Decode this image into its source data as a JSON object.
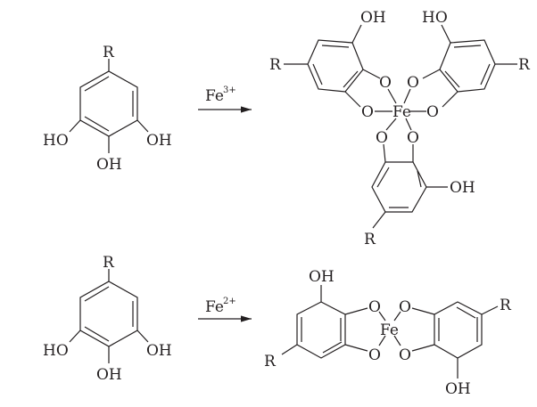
{
  "reactions": [
    {
      "reagent": "Fe",
      "charge": "3+",
      "reactant": {
        "substituent": "R",
        "hydroxyls": [
          "HO",
          "OH",
          "OH"
        ]
      },
      "product": {
        "metal": "Fe",
        "oxygen": "O",
        "substituent": "R",
        "hydroxyls": [
          "OH",
          "HO",
          "OH"
        ]
      }
    },
    {
      "reagent": "Fe",
      "charge": "2+",
      "reactant": {
        "substituent": "R",
        "hydroxyls": [
          "HO",
          "OH",
          "OH"
        ]
      },
      "product": {
        "metal": "Fe",
        "oxygen": "O",
        "substituent": "R",
        "hydroxyls": [
          "OH",
          "OH"
        ]
      }
    }
  ]
}
